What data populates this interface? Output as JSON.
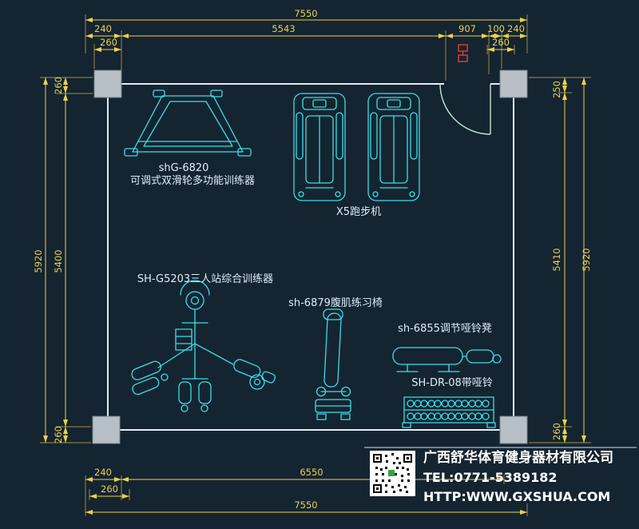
{
  "drawing": {
    "dims": {
      "top_total": "7550",
      "top_seg_240l": "240",
      "top_seg_5543": "5543",
      "top_seg_907": "907",
      "top_seg_100": "100",
      "top_seg_240r": "240",
      "top_260_left": "260",
      "top_260_right": "260",
      "left_5920": "5920",
      "left_5400": "5400",
      "left_260_top": "260",
      "left_260_bottom": "260",
      "right_250": "250",
      "right_5410": "5410",
      "right_5920": "5920",
      "right_260_bottom": "260",
      "bottom_240": "240",
      "bottom_6550": "6550",
      "bottom_260": "260",
      "bottom_total": "7550"
    },
    "labels": {
      "pulley_model": "shG-6820",
      "pulley_name": "可调式双滑轮多功能训练器",
      "treadmill": "X5跑步机",
      "multi_station": "SH-G5203三人站综合训练器",
      "ab_chair": "sh-6879腹肌练习椅",
      "dumbbell_bench": "sh-6855调节哑铃凳",
      "dumbbell_rack": "SH-DR-08带哑铃"
    }
  },
  "company": {
    "name": "广西舒华体育健身器材有限公司",
    "tel": "TEL:0771-5389182",
    "website": "HTTP:WWW.GXSHUA.COM"
  },
  "colors": {
    "background": "#152431",
    "dimension_yellow": "#e9d24b",
    "equipment_cyan": "#38dfe9",
    "wall_white": "#e6edf2",
    "column_gray": "#b7c0c7",
    "label_text": "#dcedf5",
    "company_text": "#ffffff",
    "door_marker_red": "#e03a31"
  }
}
